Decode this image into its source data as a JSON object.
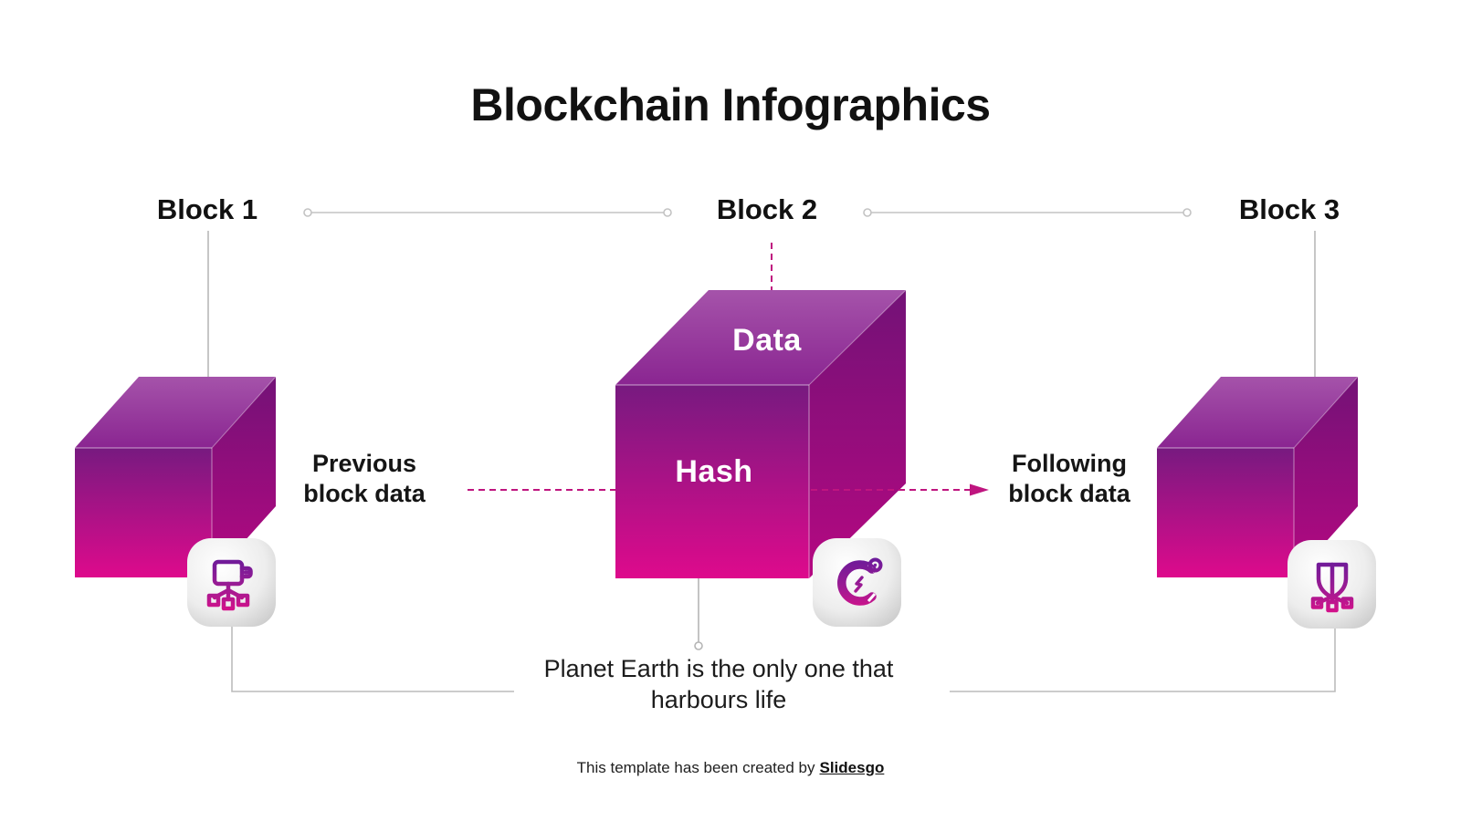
{
  "slide": {
    "title": "Blockchain Infographics",
    "footer": {
      "prefix": "This template has been created by",
      "brand": "Slidesgo"
    }
  },
  "blocks": [
    {
      "label": "Block 1",
      "icon": "wallet-network-icon"
    },
    {
      "label": "Block 2",
      "icon": "magnet-coin-icon",
      "cube": {
        "top": "Data",
        "front": "Hash"
      }
    },
    {
      "label": "Block 3",
      "icon": "shield-network-icon"
    }
  ],
  "annotations": {
    "previous": "Previous block data",
    "following": "Following block data",
    "caption": "Planet Earth is the only one that harbours life"
  },
  "colors": {
    "accent_magenta": "#bf157f",
    "cube_front_top": "#771a80",
    "cube_front_bottom": "#de0a8c",
    "cube_top_light": "#a553aa",
    "cube_top_dark": "#8a2591",
    "cube_side_top": "#731277",
    "cube_side_bottom": "#b50881",
    "icon_gradient_start": "#6a1b9a",
    "icon_gradient_end": "#d4128a",
    "connector_gray": "#c0c0c0",
    "title_color": "#111111"
  }
}
